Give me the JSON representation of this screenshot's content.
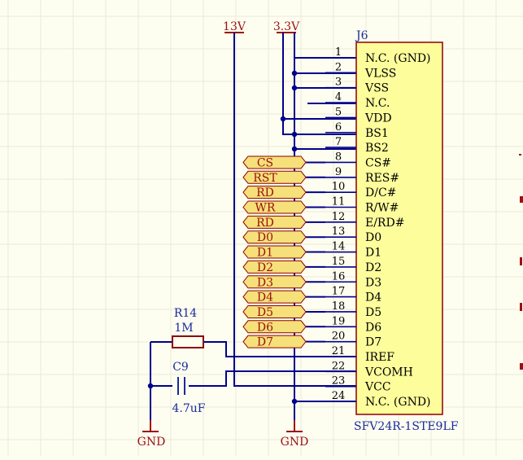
{
  "colors": {
    "background": "#fdfdf0",
    "grid": "#e9e9dc",
    "wire": "#00008c",
    "net_label": "#9c1010",
    "component_body": "#fdfd9c",
    "component_outline": "#8c0000",
    "port_fill": "#f5e07a",
    "designator": "#1a2a9c",
    "pin_text": "#000000"
  },
  "component": {
    "designator": "J6",
    "part_number": "SFV24R-1STE9LF",
    "pins": [
      {
        "num": "1",
        "name": "N.C. (GND)"
      },
      {
        "num": "2",
        "name": "VLSS"
      },
      {
        "num": "3",
        "name": "VSS"
      },
      {
        "num": "4",
        "name": "N.C."
      },
      {
        "num": "5",
        "name": "VDD"
      },
      {
        "num": "6",
        "name": "BS1"
      },
      {
        "num": "7",
        "name": "BS2"
      },
      {
        "num": "8",
        "name": "CS#"
      },
      {
        "num": "9",
        "name": "RES#"
      },
      {
        "num": "10",
        "name": "D/C#"
      },
      {
        "num": "11",
        "name": "R/W#"
      },
      {
        "num": "12",
        "name": "E/RD#"
      },
      {
        "num": "13",
        "name": "D0"
      },
      {
        "num": "14",
        "name": "D1"
      },
      {
        "num": "15",
        "name": "D2"
      },
      {
        "num": "16",
        "name": "D3"
      },
      {
        "num": "17",
        "name": "D4"
      },
      {
        "num": "18",
        "name": "D5"
      },
      {
        "num": "19",
        "name": "D6"
      },
      {
        "num": "20",
        "name": "D7"
      },
      {
        "num": "21",
        "name": "IREF"
      },
      {
        "num": "22",
        "name": "VCOMH"
      },
      {
        "num": "23",
        "name": "VCC"
      },
      {
        "num": "24",
        "name": "N.C. (GND)"
      }
    ]
  },
  "ports": [
    "CS",
    "RST",
    "RD",
    "WR",
    "RD",
    "D0",
    "D1",
    "D2",
    "D3",
    "D4",
    "D5",
    "D6",
    "D7"
  ],
  "power": {
    "v13": "13V",
    "v33": "3.3V",
    "gnd_left": "GND",
    "gnd_right": "GND"
  },
  "resistor": {
    "designator": "R14",
    "value": "1M"
  },
  "capacitor": {
    "designator": "C9",
    "value": "4.7uF"
  }
}
